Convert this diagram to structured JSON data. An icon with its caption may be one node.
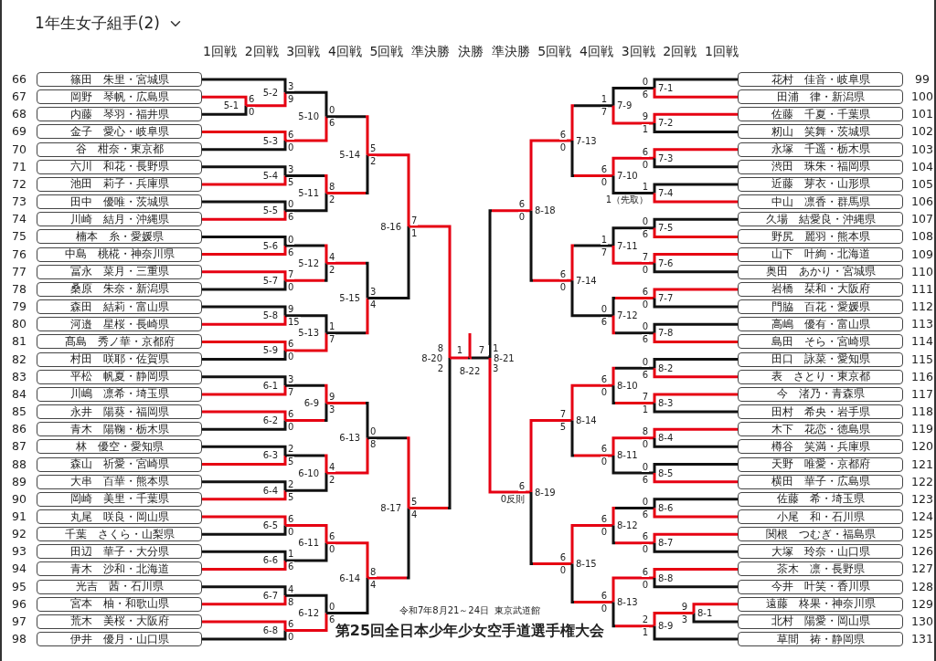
{
  "diagram": {
    "title": "1年生女子組手(2)",
    "nodes": [
      {
        "text": [
          "篠田　朱里・宮城県"
        ],
        "beside": [
          "66"
        ]
      },
      {
        "text": [
          "岡野　琴帆・広島県"
        ],
        "beside": [
          "67"
        ]
      },
      {
        "text": [
          "内藤　琴羽・福井県"
        ],
        "beside": [
          "68"
        ]
      },
      {
        "text": [
          "金子　愛心・岐阜県"
        ],
        "beside": [
          "69"
        ]
      },
      {
        "text": [
          "谷　柑奈・東京都"
        ],
        "beside": [
          "70"
        ]
      },
      {
        "text": [
          "六川　和花・長野県"
        ],
        "beside": [
          "71"
        ]
      },
      {
        "text": [
          "池田　莉子・兵庫県"
        ],
        "beside": [
          "72"
        ]
      },
      {
        "text": [
          "田中　優唯・茨城県"
        ],
        "beside": [
          "73"
        ]
      },
      {
        "text": [
          "川崎　結月・沖縄県"
        ],
        "beside": [
          "74"
        ]
      },
      {
        "text": [
          "楠本　糸・愛媛県"
        ],
        "beside": [
          "75"
        ]
      },
      {
        "text": [
          "中島　桃椛・神奈川県"
        ],
        "beside": [
          "76"
        ]
      },
      {
        "text": [
          "冨永　菜月・三重県"
        ],
        "beside": [
          "77"
        ]
      },
      {
        "text": [
          "桑原　朱奈・新潟県"
        ],
        "beside": [
          "78"
        ]
      },
      {
        "text": [
          "森田　結莉・富山県"
        ],
        "beside": [
          "79"
        ]
      },
      {
        "text": [
          "河邉　星桜・長崎県"
        ],
        "beside": [
          "80"
        ]
      },
      {
        "text": [
          "髙島　秀ノ華・京都府"
        ],
        "beside": [
          "81"
        ]
      },
      {
        "text": [
          "村田　咲耶・佐賀県"
        ],
        "beside": [
          "82"
        ]
      },
      {
        "text": [
          "平松　帆夏・静岡県"
        ],
        "beside": [
          "83"
        ]
      },
      {
        "text": [
          "川嶋　凛希・埼玉県"
        ],
        "beside": [
          "84"
        ]
      },
      {
        "text": [
          "永井　陽葵・福岡県"
        ],
        "beside": [
          "85"
        ]
      },
      {
        "text": [
          "青木　陽鞠・栃木県"
        ],
        "beside": [
          "86"
        ]
      },
      {
        "text": [
          "林　優空・愛知県"
        ],
        "beside": [
          "87"
        ]
      },
      {
        "text": [
          "森山　祈愛・宮崎県"
        ],
        "beside": [
          "88"
        ]
      },
      {
        "text": [
          "大串　百華・熊本県"
        ],
        "beside": [
          "89"
        ]
      },
      {
        "text": [
          "岡崎　美里・千葉県"
        ],
        "beside": [
          "90"
        ]
      },
      {
        "text": [
          "丸尾　咲良・岡山県"
        ],
        "beside": [
          "91"
        ]
      },
      {
        "text": [
          "千葉　さくら・山梨県"
        ],
        "beside": [
          "92"
        ]
      },
      {
        "text": [
          "田辺　華子・大分県"
        ],
        "beside": [
          "93"
        ]
      },
      {
        "text": [
          "青木　沙和・北海道"
        ],
        "beside": [
          "94"
        ]
      },
      {
        "text": [
          "光吉　茜・石川県"
        ],
        "beside": [
          "95"
        ]
      },
      {
        "text": [
          "宮本　柚・和歌山県"
        ],
        "beside": [
          "96"
        ]
      },
      {
        "text": [
          "荒木　美桜・大阪府"
        ],
        "beside": [
          "97"
        ]
      },
      {
        "text": [
          "伊井　優月・山口県"
        ],
        "beside": [
          "98"
        ]
      },
      {
        "text": [
          "花村　佳音・岐阜県"
        ],
        "beside": [
          "99"
        ]
      },
      {
        "text": [
          "田浦　律・新潟県"
        ],
        "beside": [
          "100"
        ]
      },
      {
        "text": [
          "佐藤　千夏・千葉県"
        ],
        "beside": [
          "101"
        ]
      },
      {
        "text": [
          "籾山　笑舞・茨城県"
        ],
        "beside": [
          "102"
        ]
      },
      {
        "text": [
          "永塚　千遥・栃木県"
        ],
        "beside": [
          "103"
        ]
      },
      {
        "text": [
          "渋田　珠朱・福岡県"
        ],
        "beside": [
          "104"
        ]
      },
      {
        "text": [
          "近藤　芽衣・山形県"
        ],
        "beside": [
          "105"
        ]
      },
      {
        "text": [
          "中山　凛香・群馬県"
        ],
        "beside": [
          "106"
        ]
      },
      {
        "text": [
          "久場　結愛良・沖縄県"
        ],
        "beside": [
          "107"
        ]
      },
      {
        "text": [
          "野尻　麗羽・熊本県"
        ],
        "beside": [
          "108"
        ]
      },
      {
        "text": [
          "山下　叶絢・北海道"
        ],
        "beside": [
          "109"
        ]
      },
      {
        "text": [
          "奥田　あかり・宮城県"
        ],
        "beside": [
          "110"
        ]
      },
      {
        "text": [
          "岩橋　栞和・大阪府"
        ],
        "beside": [
          "111"
        ]
      },
      {
        "text": [
          "門脇　百花・愛媛県"
        ],
        "beside": [
          "112"
        ]
      },
      {
        "text": [
          "高嶋　優有・富山県"
        ],
        "beside": [
          "113"
        ]
      },
      {
        "text": [
          "島田　そら・宮崎県"
        ],
        "beside": [
          "114"
        ]
      },
      {
        "text": [
          "田口　詠菜・愛知県"
        ],
        "beside": [
          "115"
        ]
      },
      {
        "text": [
          "表　さとり・東京都"
        ],
        "beside": [
          "116"
        ]
      },
      {
        "text": [
          "今　渚乃・青森県"
        ],
        "beside": [
          "117"
        ]
      },
      {
        "text": [
          "田村　希央・岩手県"
        ],
        "beside": [
          "118"
        ]
      },
      {
        "text": [
          "木下　花恋・徳島県"
        ],
        "beside": [
          "119"
        ]
      },
      {
        "text": [
          "樽谷　笑満・兵庫県"
        ],
        "beside": [
          "120"
        ]
      },
      {
        "text": [
          "天野　唯愛・京都府"
        ],
        "beside": [
          "121"
        ]
      },
      {
        "text": [
          "横田　華子・広島県"
        ],
        "beside": [
          "122"
        ]
      },
      {
        "text": [
          "佐藤　希・埼玉県"
        ],
        "beside": [
          "123"
        ]
      },
      {
        "text": [
          "小尾　和・石川県"
        ],
        "beside": [
          "124"
        ]
      },
      {
        "text": [
          "関根　つむぎ・福島県"
        ],
        "beside": [
          "125"
        ]
      },
      {
        "text": [
          "大塚　玲奈・山口県"
        ],
        "beside": [
          "126"
        ]
      },
      {
        "text": [
          "茶木　凛・長野県"
        ],
        "beside": [
          "127"
        ]
      },
      {
        "text": [
          "今井　叶笑・香川県"
        ],
        "beside": [
          "128"
        ]
      },
      {
        "text": [
          "遠藤　柊果・神奈川県"
        ],
        "beside": [
          "129"
        ]
      },
      {
        "text": [
          "北村　陽愛・岡山県"
        ],
        "beside": [
          "130"
        ]
      },
      {
        "text": [
          "草間　祷・静岡県"
        ],
        "beside": [
          "131"
        ]
      },
      {
        "text": [
          "5-1"
        ]
      },
      {
        "text": [
          "5-2"
        ]
      },
      {
        "text": [
          "5-3"
        ]
      },
      {
        "text": [
          "5-4"
        ]
      },
      {
        "text": [
          "5-5"
        ]
      },
      {
        "text": [
          "5-6"
        ]
      },
      {
        "text": [
          "5-7"
        ]
      },
      {
        "text": [
          "5-8"
        ]
      },
      {
        "text": [
          "5-9"
        ]
      },
      {
        "text": [
          "6-1"
        ]
      },
      {
        "text": [
          "6-2"
        ]
      },
      {
        "text": [
          "6-3"
        ]
      },
      {
        "text": [
          "6-4"
        ]
      },
      {
        "text": [
          "6-5"
        ]
      },
      {
        "text": [
          "6-6"
        ]
      },
      {
        "text": [
          "6-7"
        ]
      },
      {
        "text": [
          "6-8"
        ]
      },
      {
        "text": [
          "5-10"
        ]
      },
      {
        "text": [
          "5-11"
        ]
      },
      {
        "text": [
          "5-12"
        ]
      },
      {
        "text": [
          "5-13"
        ]
      },
      {
        "text": [
          "6-9"
        ]
      },
      {
        "text": [
          "6-10"
        ]
      },
      {
        "text": [
          "6-11"
        ]
      },
      {
        "text": [
          "6-12"
        ]
      },
      {
        "text": [
          "5-14"
        ]
      },
      {
        "text": [
          "5-15"
        ]
      },
      {
        "text": [
          "6-13"
        ]
      },
      {
        "text": [
          "6-14"
        ]
      },
      {
        "text": [
          "8-16"
        ]
      },
      {
        "text": [
          "8-17"
        ]
      },
      {
        "text": [
          "8-20"
        ]
      },
      {
        "text": [
          "8-22"
        ]
      },
      {
        "text": [
          "8-21"
        ]
      },
      {
        "text": [
          "8-18"
        ]
      },
      {
        "text": [
          "8-19"
        ]
      },
      {
        "text": [
          "7-13"
        ]
      },
      {
        "text": [
          "7-14"
        ]
      },
      {
        "text": [
          "8-14"
        ]
      },
      {
        "text": [
          "8-15"
        ]
      },
      {
        "text": [
          "7-9"
        ]
      },
      {
        "text": [
          "7-10"
        ]
      },
      {
        "text": [
          "7-11"
        ]
      },
      {
        "text": [
          "7-12"
        ]
      },
      {
        "text": [
          "8-10"
        ]
      },
      {
        "text": [
          "8-11"
        ]
      },
      {
        "text": [
          "8-12"
        ]
      },
      {
        "text": [
          "8-13"
        ]
      },
      {
        "text": [
          "7-1"
        ]
      },
      {
        "text": [
          "7-2"
        ]
      },
      {
        "text": [
          "7-3"
        ]
      },
      {
        "text": [
          "7-4"
        ]
      },
      {
        "text": [
          "7-5"
        ]
      },
      {
        "text": [
          "7-6"
        ]
      },
      {
        "text": [
          "7-7"
        ]
      },
      {
        "text": [
          "7-8"
        ]
      },
      {
        "text": [
          "8-2"
        ]
      },
      {
        "text": [
          "8-3"
        ]
      },
      {
        "text": [
          "8-4"
        ]
      },
      {
        "text": [
          "8-5"
        ]
      },
      {
        "text": [
          "8-6"
        ]
      },
      {
        "text": [
          "8-7"
        ]
      },
      {
        "text": [
          "8-8"
        ]
      },
      {
        "text": [
          "8-1"
        ]
      },
      {
        "text": [
          "8-9"
        ]
      }
    ],
    "edges": [
      {
        "from": 1,
        "to": 66,
        "arrow": "none",
        "label": "6",
        "color": "#e60012"
      },
      {
        "from": 2,
        "to": 66,
        "arrow": "none",
        "label": "0",
        "color": "#111111"
      },
      {
        "from": 0,
        "to": 67,
        "arrow": "none",
        "label": "3",
        "color": "#111111"
      },
      {
        "from": 66,
        "to": 67,
        "arrow": "none",
        "label": "9",
        "color": "#e60012"
      },
      {
        "from": 3,
        "to": 68,
        "arrow": "none",
        "label": "6",
        "color": "#e60012"
      },
      {
        "from": 4,
        "to": 68,
        "arrow": "none",
        "label": "0",
        "color": "#111111"
      },
      {
        "from": 5,
        "to": 69,
        "arrow": "none",
        "label": "3",
        "color": "#111111"
      },
      {
        "from": 6,
        "to": 69,
        "arrow": "none",
        "label": "5",
        "color": "#e60012"
      },
      {
        "from": 7,
        "to": 70,
        "arrow": "none",
        "label": "0",
        "color": "#111111"
      },
      {
        "from": 8,
        "to": 70,
        "arrow": "none",
        "label": "6",
        "color": "#e60012"
      },
      {
        "from": 9,
        "to": 71,
        "arrow": "none",
        "label": "0",
        "color": "#111111"
      },
      {
        "from": 10,
        "to": 71,
        "arrow": "none",
        "label": "6",
        "color": "#e60012"
      },
      {
        "from": 11,
        "to": 72,
        "arrow": "none",
        "label": "7",
        "color": "#e60012"
      },
      {
        "from": 12,
        "to": 72,
        "arrow": "none",
        "label": "0",
        "color": "#111111"
      },
      {
        "from": 13,
        "to": 73,
        "arrow": "none",
        "label": "9",
        "color": "#111111"
      },
      {
        "from": 14,
        "to": 73,
        "arrow": "none",
        "label": "15",
        "color": "#e60012"
      },
      {
        "from": 15,
        "to": 74,
        "arrow": "none",
        "label": "6",
        "color": "#e60012"
      },
      {
        "from": 16,
        "to": 74,
        "arrow": "none",
        "label": "0",
        "color": "#111111"
      },
      {
        "from": 17,
        "to": 75,
        "arrow": "none",
        "label": "3",
        "color": "#111111"
      },
      {
        "from": 18,
        "to": 75,
        "arrow": "none",
        "label": "7",
        "color": "#e60012"
      },
      {
        "from": 19,
        "to": 76,
        "arrow": "none",
        "label": "6",
        "color": "#e60012"
      },
      {
        "from": 20,
        "to": 76,
        "arrow": "none",
        "label": "0",
        "color": "#111111"
      },
      {
        "from": 21,
        "to": 77,
        "arrow": "none",
        "label": "2",
        "color": "#111111"
      },
      {
        "from": 22,
        "to": 77,
        "arrow": "none",
        "label": "5",
        "color": "#e60012"
      },
      {
        "from": 23,
        "to": 78,
        "arrow": "none",
        "label": "2",
        "color": "#111111"
      },
      {
        "from": 24,
        "to": 78,
        "arrow": "none",
        "label": "5",
        "color": "#e60012"
      },
      {
        "from": 25,
        "to": 79,
        "arrow": "none",
        "label": "6",
        "color": "#e60012"
      },
      {
        "from": 26,
        "to": 79,
        "arrow": "none",
        "label": "0",
        "color": "#111111"
      },
      {
        "from": 27,
        "to": 80,
        "arrow": "none",
        "label": "1",
        "color": "#111111"
      },
      {
        "from": 28,
        "to": 80,
        "arrow": "none",
        "label": "6",
        "color": "#e60012"
      },
      {
        "from": 29,
        "to": 81,
        "arrow": "none",
        "label": "4",
        "color": "#111111"
      },
      {
        "from": 30,
        "to": 81,
        "arrow": "none",
        "label": "8",
        "color": "#e60012"
      },
      {
        "from": 31,
        "to": 82,
        "arrow": "none",
        "label": "6",
        "color": "#e60012"
      },
      {
        "from": 32,
        "to": 82,
        "arrow": "none",
        "label": "0",
        "color": "#111111"
      },
      {
        "from": 67,
        "to": 83,
        "arrow": "none",
        "label": "0",
        "color": "#111111"
      },
      {
        "from": 68,
        "to": 83,
        "arrow": "none",
        "label": "6",
        "color": "#e60012"
      },
      {
        "from": 69,
        "to": 84,
        "arrow": "none",
        "label": "8",
        "color": "#e60012"
      },
      {
        "from": 70,
        "to": 84,
        "arrow": "none",
        "label": "2",
        "color": "#111111"
      },
      {
        "from": 71,
        "to": 85,
        "arrow": "none",
        "label": "4",
        "color": "#e60012"
      },
      {
        "from": 72,
        "to": 85,
        "arrow": "none",
        "label": "2",
        "color": "#111111"
      },
      {
        "from": 73,
        "to": 86,
        "arrow": "none",
        "label": "1",
        "color": "#111111"
      },
      {
        "from": 74,
        "to": 86,
        "arrow": "none",
        "label": "7",
        "color": "#e60012"
      },
      {
        "from": 75,
        "to": 87,
        "arrow": "none",
        "label": "9",
        "color": "#e60012"
      },
      {
        "from": 76,
        "to": 87,
        "arrow": "none",
        "label": "3",
        "color": "#111111"
      },
      {
        "from": 77,
        "to": 88,
        "arrow": "none",
        "label": "4",
        "color": "#e60012"
      },
      {
        "from": 78,
        "to": 88,
        "arrow": "none",
        "label": "2",
        "color": "#111111"
      },
      {
        "from": 79,
        "to": 89,
        "arrow": "none",
        "label": "6",
        "color": "#e60012"
      },
      {
        "from": 80,
        "to": 89,
        "arrow": "none",
        "label": "0",
        "color": "#111111"
      },
      {
        "from": 81,
        "to": 90,
        "arrow": "none",
        "label": "0",
        "color": "#111111"
      },
      {
        "from": 82,
        "to": 90,
        "arrow": "none",
        "label": "6",
        "color": "#e60012"
      },
      {
        "from": 83,
        "to": 91,
        "arrow": "none",
        "label": "5",
        "color": "#e60012"
      },
      {
        "from": 84,
        "to": 91,
        "arrow": "none",
        "label": "2",
        "color": "#111111"
      },
      {
        "from": 85,
        "to": 92,
        "arrow": "none",
        "label": "3",
        "color": "#111111"
      },
      {
        "from": 86,
        "to": 92,
        "arrow": "none",
        "label": "4",
        "color": "#e60012"
      },
      {
        "from": 87,
        "to": 93,
        "arrow": "none",
        "label": "0",
        "color": "#111111"
      },
      {
        "from": 88,
        "to": 93,
        "arrow": "none",
        "label": "8",
        "color": "#e60012"
      },
      {
        "from": 89,
        "to": 94,
        "arrow": "none",
        "label": "8",
        "color": "#e60012"
      },
      {
        "from": 90,
        "to": 94,
        "arrow": "none",
        "label": "4",
        "color": "#111111"
      },
      {
        "from": 91,
        "to": 95,
        "arrow": "none",
        "label": "7",
        "color": "#e60012"
      },
      {
        "from": 92,
        "to": 95,
        "arrow": "none",
        "label": "1",
        "color": "#111111"
      },
      {
        "from": 93,
        "to": 96,
        "arrow": "none",
        "label": "5",
        "color": "#e60012"
      },
      {
        "from": 94,
        "to": 96,
        "arrow": "none",
        "label": "4",
        "color": "#111111"
      },
      {
        "from": 95,
        "to": 97,
        "arrow": "none",
        "label": "8",
        "color": "#e60012"
      },
      {
        "from": 96,
        "to": 97,
        "arrow": "none",
        "label": "2",
        "color": "#111111"
      },
      {
        "from": 97,
        "to": 98,
        "arrow": "none",
        "label": "1",
        "color": "#111111"
      },
      {
        "from": 99,
        "to": 98,
        "arrow": "none",
        "label": "7",
        "color": "#e60012"
      },
      {
        "from": 98,
        "to": null,
        "arrow": "none",
        "color": "#e60012"
      },
      {
        "from": 100,
        "to": 99,
        "arrow": "none",
        "label": "1",
        "color": "#111111"
      },
      {
        "from": 101,
        "to": 99,
        "arrow": "none",
        "label": "3",
        "color": "#e60012"
      },
      {
        "from": 102,
        "to": 100,
        "arrow": "none",
        "label": "6",
        "color": "#e60012"
      },
      {
        "from": 103,
        "to": 100,
        "arrow": "none",
        "label": "0",
        "color": "#111111"
      },
      {
        "from": 104,
        "to": 101,
        "arrow": "none",
        "label": "6",
        "color": "#e60012"
      },
      {
        "from": 105,
        "to": 101,
        "arrow": "none",
        "label": "0反則",
        "color": "#111111"
      },
      {
        "from": 106,
        "to": 102,
        "arrow": "none",
        "label": "6",
        "color": "#e60012"
      },
      {
        "from": 107,
        "to": 102,
        "arrow": "none",
        "label": "0",
        "color": "#111111"
      },
      {
        "from": 108,
        "to": 103,
        "arrow": "none",
        "label": "6",
        "color": "#e60012"
      },
      {
        "from": 109,
        "to": 103,
        "arrow": "none",
        "label": "0",
        "color": "#111111"
      },
      {
        "from": 110,
        "to": 104,
        "arrow": "none",
        "label": "7",
        "color": "#e60012"
      },
      {
        "from": 111,
        "to": 104,
        "arrow": "none",
        "label": "5",
        "color": "#111111"
      },
      {
        "from": 112,
        "to": 105,
        "arrow": "none",
        "label": "6",
        "color": "#e60012"
      },
      {
        "from": 113,
        "to": 105,
        "arrow": "none",
        "label": "0",
        "color": "#111111"
      },
      {
        "from": 114,
        "to": 106,
        "arrow": "none",
        "label": "1",
        "color": "#111111"
      },
      {
        "from": 115,
        "to": 106,
        "arrow": "none",
        "label": "7",
        "color": "#e60012"
      },
      {
        "from": 116,
        "to": 107,
        "arrow": "none",
        "label": "6",
        "color": "#e60012"
      },
      {
        "from": 117,
        "to": 107,
        "arrow": "none",
        "label": "0",
        "color": "#111111"
      },
      {
        "from": 118,
        "to": 108,
        "arrow": "none",
        "label": "1",
        "color": "#111111"
      },
      {
        "from": 119,
        "to": 108,
        "arrow": "none",
        "label": "7",
        "color": "#e60012"
      },
      {
        "from": 120,
        "to": 109,
        "arrow": "none",
        "label": "0",
        "color": "#111111"
      },
      {
        "from": 121,
        "to": 109,
        "arrow": "none",
        "label": "6",
        "color": "#e60012"
      },
      {
        "from": 122,
        "to": 110,
        "arrow": "none",
        "label": "6",
        "color": "#e60012"
      },
      {
        "from": 123,
        "to": 110,
        "arrow": "none",
        "label": "0",
        "color": "#111111"
      },
      {
        "from": 124,
        "to": 111,
        "arrow": "none",
        "label": "6",
        "color": "#e60012"
      },
      {
        "from": 125,
        "to": 111,
        "arrow": "none",
        "label": "0",
        "color": "#111111"
      },
      {
        "from": 126,
        "to": 112,
        "arrow": "none",
        "label": "6",
        "color": "#e60012"
      },
      {
        "from": 127,
        "to": 112,
        "arrow": "none",
        "label": "0",
        "color": "#111111"
      },
      {
        "from": 128,
        "to": 113,
        "arrow": "none",
        "label": "6",
        "color": "#e60012"
      },
      {
        "from": 130,
        "to": 113,
        "arrow": "none",
        "label": "0",
        "color": "#111111"
      },
      {
        "from": 33,
        "to": 114,
        "arrow": "none",
        "label": "0",
        "color": "#111111"
      },
      {
        "from": 34,
        "to": 114,
        "arrow": "none",
        "label": "6",
        "color": "#e60012"
      },
      {
        "from": 35,
        "to": 115,
        "arrow": "none",
        "label": "9",
        "color": "#e60012"
      },
      {
        "from": 36,
        "to": 115,
        "arrow": "none",
        "label": "1",
        "color": "#111111"
      },
      {
        "from": 37,
        "to": 116,
        "arrow": "none",
        "label": "6",
        "color": "#e60012"
      },
      {
        "from": 38,
        "to": 116,
        "arrow": "none",
        "label": "0",
        "color": "#111111"
      },
      {
        "from": 39,
        "to": 117,
        "arrow": "none",
        "label": "1",
        "color": "#111111"
      },
      {
        "from": 40,
        "to": 117,
        "arrow": "none",
        "label": "1（先取）",
        "color": "#e60012"
      },
      {
        "from": 41,
        "to": 118,
        "arrow": "none",
        "label": "0",
        "color": "#111111"
      },
      {
        "from": 42,
        "to": 118,
        "arrow": "none",
        "label": "6",
        "color": "#e60012"
      },
      {
        "from": 43,
        "to": 119,
        "arrow": "none",
        "label": "7",
        "color": "#e60012"
      },
      {
        "from": 44,
        "to": 119,
        "arrow": "none",
        "label": "0",
        "color": "#111111"
      },
      {
        "from": 45,
        "to": 120,
        "arrow": "none",
        "label": "6",
        "color": "#e60012"
      },
      {
        "from": 46,
        "to": 120,
        "arrow": "none",
        "label": "0",
        "color": "#111111"
      },
      {
        "from": 47,
        "to": 121,
        "arrow": "none",
        "label": "0",
        "color": "#111111"
      },
      {
        "from": 48,
        "to": 121,
        "arrow": "none",
        "label": "6",
        "color": "#e60012"
      },
      {
        "from": 49,
        "to": 122,
        "arrow": "none",
        "label": "0",
        "color": "#111111"
      },
      {
        "from": 50,
        "to": 122,
        "arrow": "none",
        "label": "6",
        "color": "#e60012"
      },
      {
        "from": 51,
        "to": 123,
        "arrow": "none",
        "label": "7",
        "color": "#e60012"
      },
      {
        "from": 52,
        "to": 123,
        "arrow": "none",
        "label": "1",
        "color": "#111111"
      },
      {
        "from": 53,
        "to": 124,
        "arrow": "none",
        "label": "8",
        "color": "#e60012"
      },
      {
        "from": 54,
        "to": 124,
        "arrow": "none",
        "label": "0",
        "color": "#111111"
      },
      {
        "from": 55,
        "to": 125,
        "arrow": "none",
        "label": "0",
        "color": "#111111"
      },
      {
        "from": 56,
        "to": 125,
        "arrow": "none",
        "label": "6",
        "color": "#e60012"
      },
      {
        "from": 57,
        "to": 126,
        "arrow": "none",
        "label": "0",
        "color": "#111111"
      },
      {
        "from": 58,
        "to": 126,
        "arrow": "none",
        "label": "6",
        "color": "#e60012"
      },
      {
        "from": 59,
        "to": 127,
        "arrow": "none",
        "label": "6",
        "color": "#e60012"
      },
      {
        "from": 60,
        "to": 127,
        "arrow": "none",
        "label": "0",
        "color": "#111111"
      },
      {
        "from": 61,
        "to": 128,
        "arrow": "none",
        "label": "6",
        "color": "#e60012"
      },
      {
        "from": 62,
        "to": 128,
        "arrow": "none",
        "label": "0",
        "color": "#111111"
      },
      {
        "from": 63,
        "to": 129,
        "arrow": "none",
        "label": "9",
        "color": "#e60012"
      },
      {
        "from": 64,
        "to": 129,
        "arrow": "none",
        "label": "3",
        "color": "#111111"
      },
      {
        "from": 129,
        "to": 130,
        "arrow": "none",
        "label": "2",
        "color": "#e60012"
      },
      {
        "from": 65,
        "to": 130,
        "arrow": "none",
        "label": "1",
        "color": "#111111"
      }
    ],
    "labels": [
      "1回戦",
      "2回戦",
      "3回戦",
      "4回戦",
      "5回戦",
      "準決勝",
      "決勝",
      "準決勝",
      "5回戦",
      "4回戦",
      "3回戦",
      "2回戦",
      "1回戦",
      "令和7年8月21～24日",
      "東京武道館",
      "第25回全日本少年少女空手道選手権大会"
    ]
  }
}
